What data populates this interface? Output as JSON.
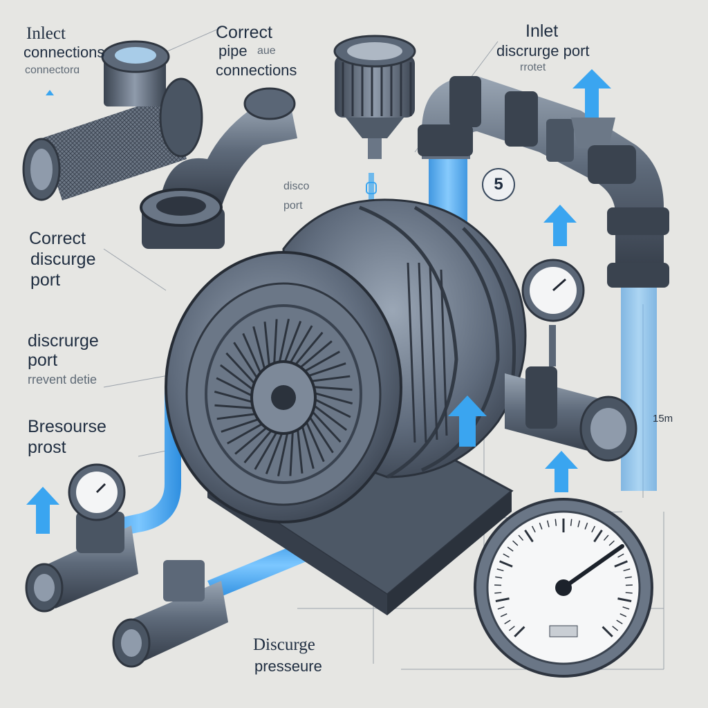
{
  "labels": {
    "tl_title": "Inlect",
    "tl_line2": "connections",
    "tl_line3": "connectorɑ",
    "tc_line1": "Correct",
    "tc_line2": "pipe",
    "tc_line2_faint": "aue",
    "tc_line3": "connections",
    "tr_line1": "Inlet",
    "tr_line2": "discrurge port",
    "tr_line3": "rrotet",
    "mid_faint1": "disco",
    "mid_faint2": "port",
    "left1_line1": "Correct",
    "left1_line2": "discurge",
    "left1_line3": "port",
    "left2_line1": "discrurge",
    "left2_line2": "port",
    "left2_line3": "rrevent detie",
    "left3_line1": "Bresourse",
    "left3_line2": "prost",
    "bottom_line1": "Discurge",
    "bottom_line2": "presseure",
    "right_dim": "15m",
    "step_badge": "5"
  },
  "colors": {
    "background": "#e6e6e3",
    "steel": "#5c6878",
    "steel_light": "#8b97a6",
    "steel_dark": "#39424f",
    "accent_blue": "#3aa5f0",
    "text": "#1f2d40"
  },
  "icons": {
    "arrows": "up-arrow-icon",
    "gauges": "pressure-gauge-icon"
  }
}
